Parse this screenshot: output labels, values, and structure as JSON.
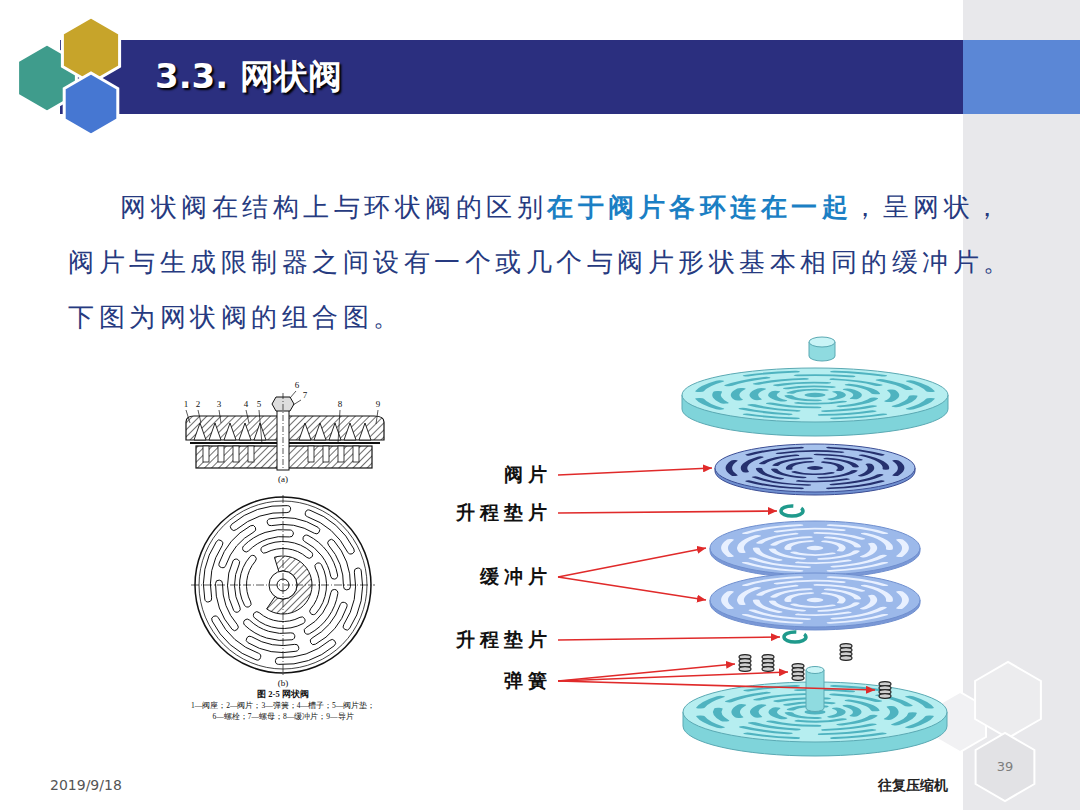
{
  "diagram": {
    "title": "3.3. 网状阀",
    "labels": [
      "网状阀在结构上与环状阀的区别",
      "在于阀片各环连在一起",
      "，呈网状，阀片与生成限制器之间设有一个或几个与阀片形状基本相同的缓冲片。下图为网状阀的组合图。",
      "1",
      "2",
      "3",
      "4",
      "5",
      "6",
      "7",
      "8",
      "9",
      "(a)",
      "(b)",
      "图 2-5 网状阀",
      "1—阀座；2—阀片；3—弹簧；4—槽子；5—阀片垫；",
      "6—螺栓；7—螺母；8—缓冲片；9—导片",
      "阀片",
      "升程垫片",
      "缓冲片",
      "升程垫片",
      "弹簧",
      "2019/9/18",
      "往复压缩机",
      "39"
    ]
  }
}
